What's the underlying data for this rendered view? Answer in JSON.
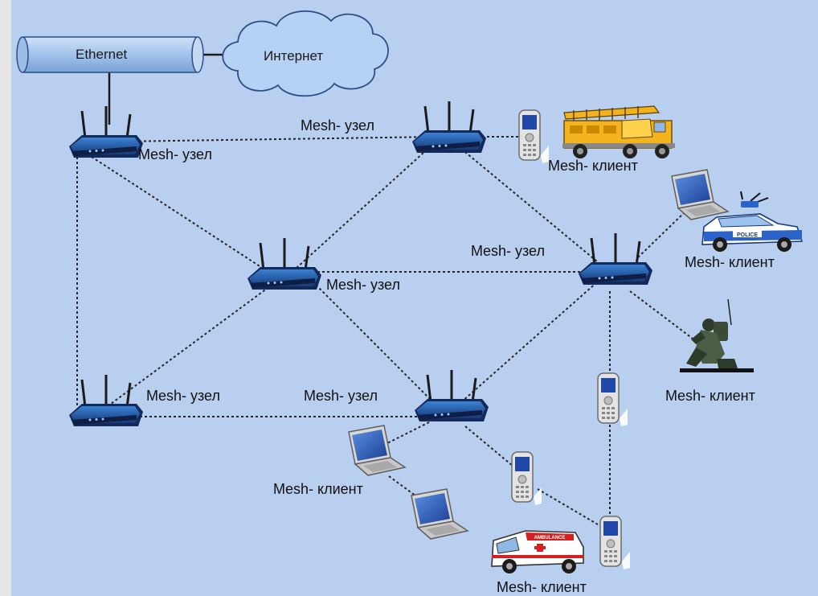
{
  "title": "",
  "colors": {
    "background": "#b9cff0",
    "pipe": "#a8c8ee",
    "cloud": "#b8d4f4",
    "router_body": "#1f3f7a",
    "router_face": "#2d6fbd",
    "link": "#2b2b2b"
  },
  "backbone": {
    "ethernet_label": "Ethernet",
    "internet_label": "Интернет"
  },
  "labels": {
    "node": "Mesh- узел",
    "client": "Mesh- клиент"
  },
  "icons": {
    "router": "wireless-router-icon",
    "phone": "mobile-phone-icon",
    "laptop": "laptop-icon",
    "fire_truck": "fire-truck-icon",
    "police_car": "police-car-icon",
    "ambulance": "ambulance-icon",
    "soldier": "soldier-radio-icon"
  }
}
